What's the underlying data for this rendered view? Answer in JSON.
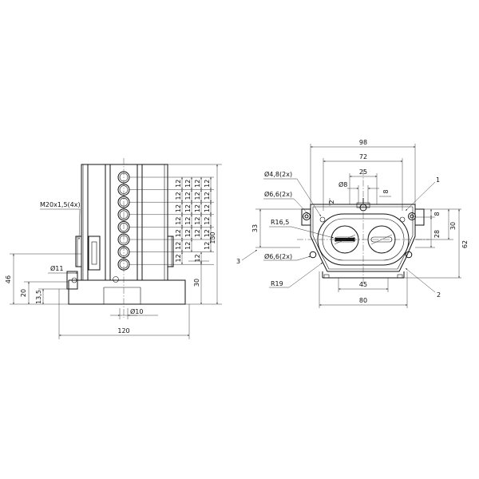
{
  "front_view": {
    "thread_label": "M20x1,5(4x)",
    "dim_overall_height": "130",
    "dim_base_width": "120",
    "dim_base_height": "46",
    "dim_20": "20",
    "dim_13_5": "13,5",
    "dim_hole_11": "Ø11",
    "dim_hole_10": "Ø10",
    "dim_30": "30",
    "pitch_label": "12",
    "pitch_count": 8
  },
  "top_view": {
    "dim_98": "98",
    "dim_72": "72",
    "dim_25": "25",
    "dim_8_hole": "Ø8",
    "dim_2": "2",
    "dim_8_right": "8",
    "dim_8_side": "8",
    "dim_28": "28",
    "dim_30": "30",
    "dim_62": "62",
    "dim_33": "33",
    "dim_45": "45",
    "dim_80": "80",
    "label_hole_4_8": "Ø4,8(2x)",
    "label_hole_6_6_top": "Ø6,6(2x)",
    "label_hole_6_6_bottom": "Ø6,6(2x)",
    "label_r16_5": "R16,5",
    "label_r19": "R19",
    "callout_1": "1",
    "callout_2": "2",
    "callout_3": "3"
  }
}
